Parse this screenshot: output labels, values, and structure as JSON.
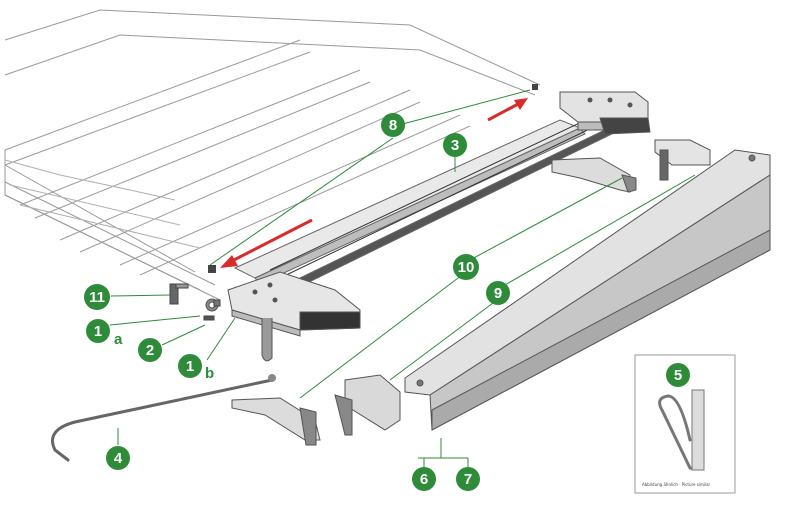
{
  "colors": {
    "callout_green": "#2e8b3a",
    "leader_green": "#2e8b3a",
    "arrow_red": "#d92b2b",
    "line_gray": "#8a8a8a",
    "part_gray": "#cfcfcf",
    "dark_part": "#555555"
  },
  "callouts": {
    "c1a": {
      "number": "1",
      "suffix": "a"
    },
    "c1b": {
      "number": "1",
      "suffix": "b"
    },
    "c2": {
      "number": "2"
    },
    "c3": {
      "number": "3"
    },
    "c4": {
      "number": "4"
    },
    "c5": {
      "number": "5"
    },
    "c6": {
      "number": "6"
    },
    "c7": {
      "number": "7"
    },
    "c8": {
      "number": "8"
    },
    "c9": {
      "number": "9"
    },
    "c10": {
      "number": "10"
    },
    "c11": {
      "number": "11"
    }
  },
  "inset": {
    "caption": "Abbildung ähnlich · Picture similar"
  }
}
